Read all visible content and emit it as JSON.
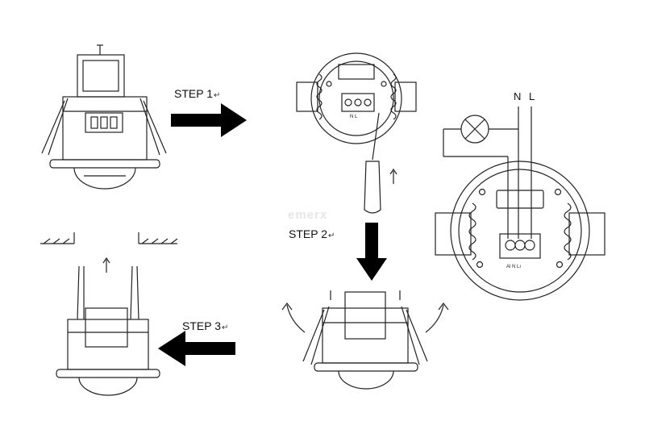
{
  "steps": {
    "step1": "STEP 1",
    "step2": "STEP 2",
    "step3": "STEP 3",
    "return_mark": "↵"
  },
  "wiring": {
    "neutral": "N",
    "live": "L",
    "terminal_small": "N L",
    "terminal_large": "Al N Lı"
  },
  "watermark": "emerx",
  "icons": [
    "arrow-right-icon",
    "arrow-down-icon",
    "arrow-left-icon",
    "lamp-icon",
    "push-up-icon",
    "rotate-icon"
  ]
}
